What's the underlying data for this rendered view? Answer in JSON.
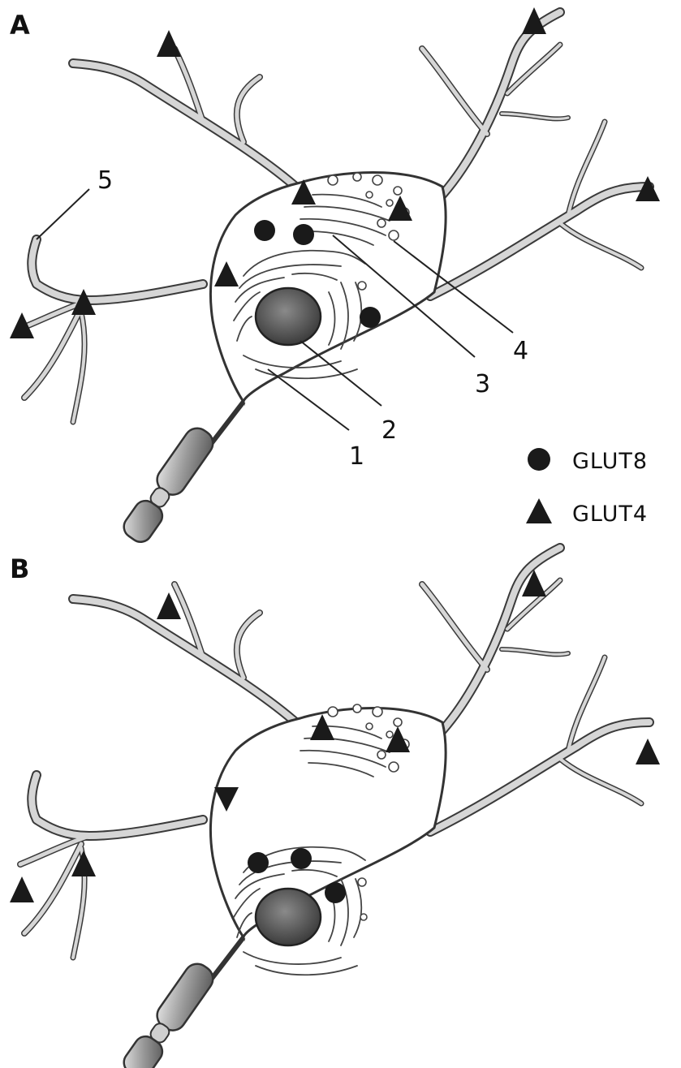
{
  "panels": [
    {
      "letter": "A",
      "callouts": [
        "1",
        "2",
        "3",
        "4",
        "5"
      ]
    },
    {
      "letter": "B"
    }
  ],
  "legend": [
    {
      "label": "GLUT8",
      "marker": "circle"
    },
    {
      "label": "GLUT4",
      "marker": "triangle"
    }
  ]
}
